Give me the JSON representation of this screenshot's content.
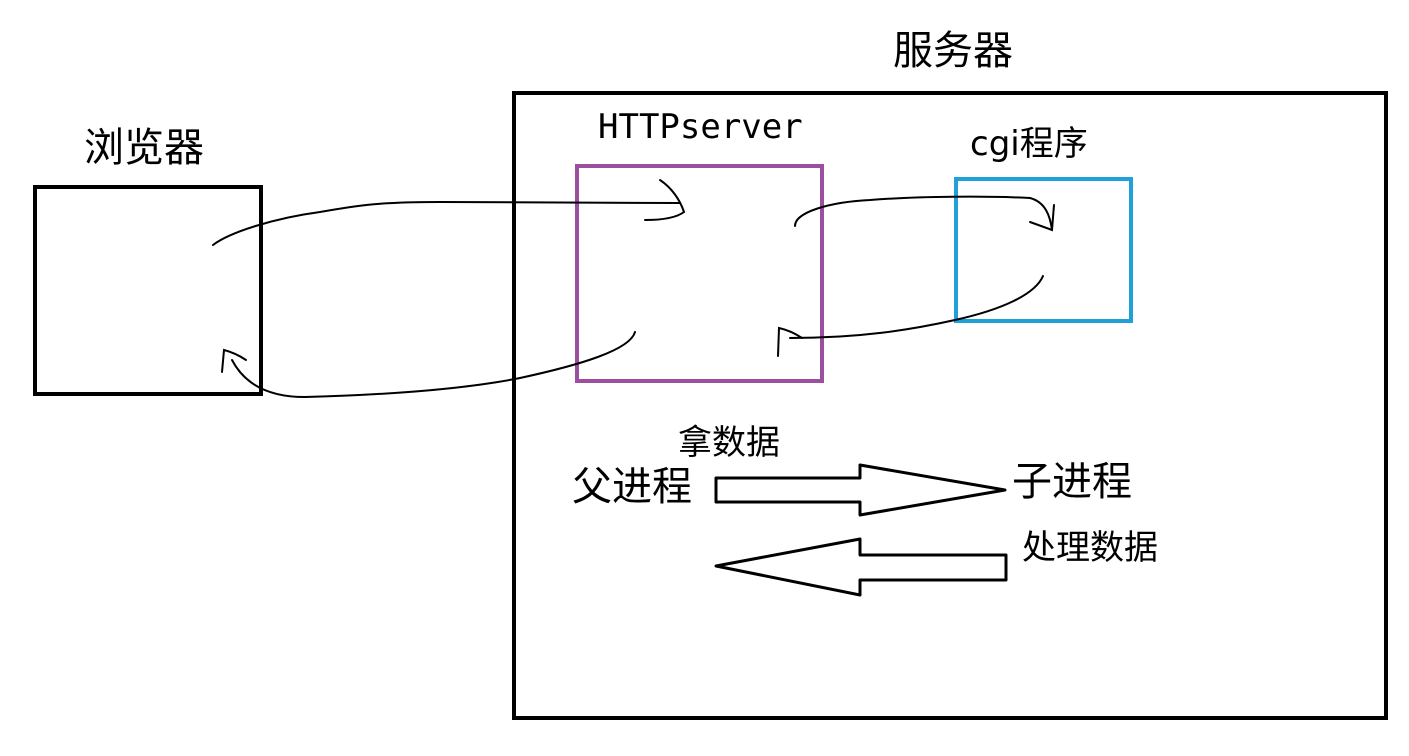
{
  "labels": {
    "server": "服务器",
    "browser": "浏览器",
    "http_server": "HTTPserver",
    "cgi_program": "cgi程序",
    "get_data": "拿数据",
    "parent_process": "父进程",
    "child_process": "子进程",
    "process_data": "处理数据"
  },
  "colors": {
    "ink": "#000000",
    "http_server_box": "#9b4f9f",
    "cgi_box": "#1fa0d8",
    "background": "#ffffff"
  }
}
